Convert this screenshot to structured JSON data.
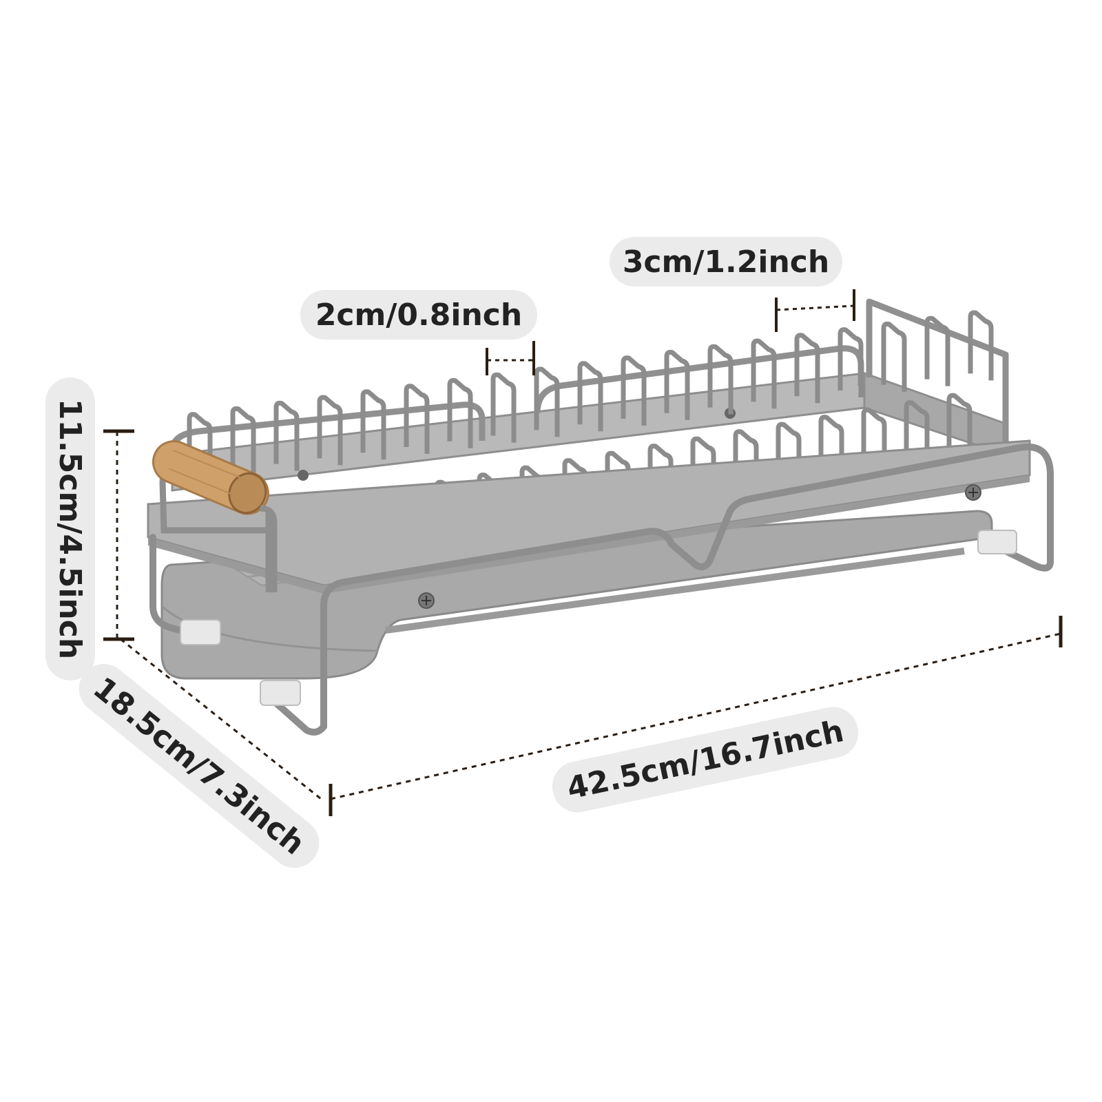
{
  "dimensions": {
    "slot_wide": "3cm/1.2inch",
    "slot_narrow": "2cm/0.8inch",
    "height": "11.5cm/4.5inch",
    "depth": "18.5cm/7.3inch",
    "length": "42.5cm/16.7inch"
  },
  "colors": {
    "label_bg": "#ebebeb",
    "label_text": "#222222",
    "dimension_line": "#2a1d12",
    "rack_metal": "#8e8e8e",
    "rack_fill": "#b5b5b5",
    "handle_wood": "#cfa06a"
  }
}
